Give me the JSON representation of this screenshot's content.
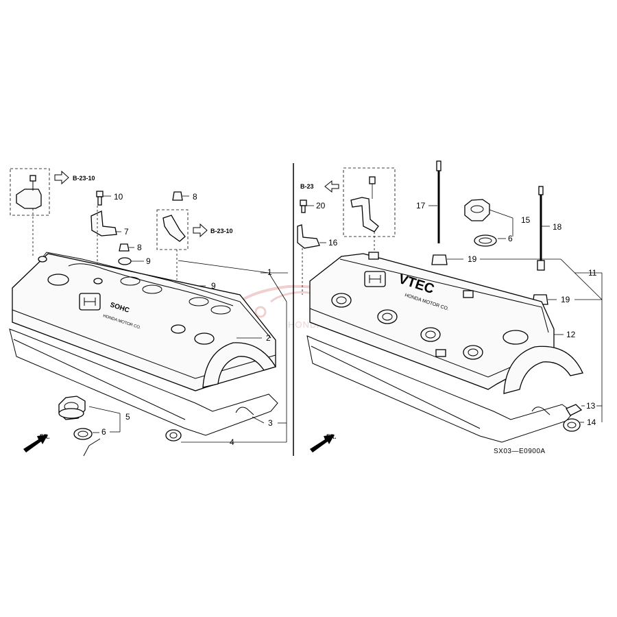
{
  "diagram_code": "SX03—E0900A",
  "watermark": "HONDA DREAM",
  "front_label": "FR.",
  "refs": {
    "left_top": "B-23-10",
    "left_mid": "B-23-10",
    "right_top": "B-23"
  },
  "left_callouts": [
    "10",
    "7",
    "8",
    "8",
    "9",
    "9",
    "1",
    "2",
    "3",
    "4",
    "5",
    "6"
  ],
  "right_callouts": [
    "20",
    "16",
    "17",
    "15",
    "6",
    "18",
    "19",
    "11",
    "19",
    "12",
    "13",
    "14"
  ],
  "cover_text": {
    "left_brand": "SOHC",
    "left_maker": "HONDA MOTOR CO.",
    "right_brand": "VTEC",
    "right_maker": "HONDA MOTOR CO."
  }
}
